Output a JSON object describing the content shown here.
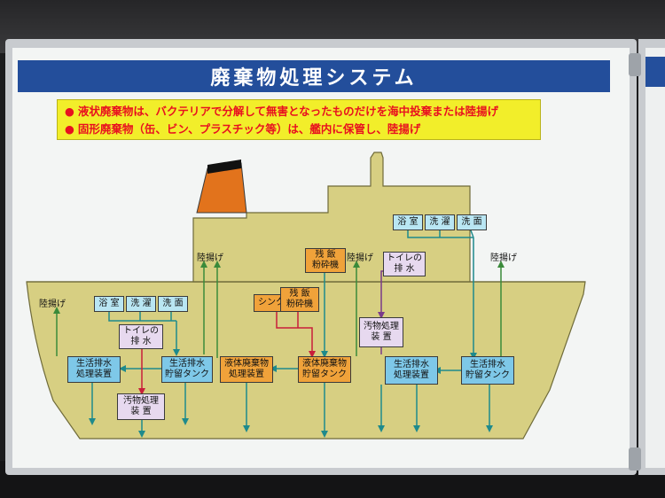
{
  "title": "廃棄物処理システム",
  "notes": [
    "液状廃棄物は、バクテリアで分解して無害となったものだけを海中投棄または陸揚げ",
    "固形廃棄物（缶、ビン、プラスチック等）は、艦内に保管し、陸揚げ"
  ],
  "bullet": "●",
  "labels": {
    "rikuage": "陸揚げ",
    "bath": "浴 室",
    "laundry": "洗 濯",
    "washface": "洗 面",
    "toilet": "トイレの\n排 水",
    "treat": "生活排水\n処理装置",
    "store": "生活排水\n貯留タンク",
    "sewage": "汚物処理\n装 置",
    "liquid_treat": "液体廃棄物\n処理装置",
    "liquid_store": "液体廃棄物\n貯留タンク",
    "food": "残 飯\n粉砕機",
    "sink": "シンク"
  },
  "colors": {
    "hull": "#d7cf82",
    "funnel": "#e2731c",
    "title_bg": "#234e9b",
    "notes_bg": "#f2ee2a",
    "notes_text": "#e8101f",
    "blue_line": "#1e8a8c",
    "green_line": "#3a8a3a",
    "red_line": "#c81e3a",
    "lav_line": "#7a3a8a"
  }
}
